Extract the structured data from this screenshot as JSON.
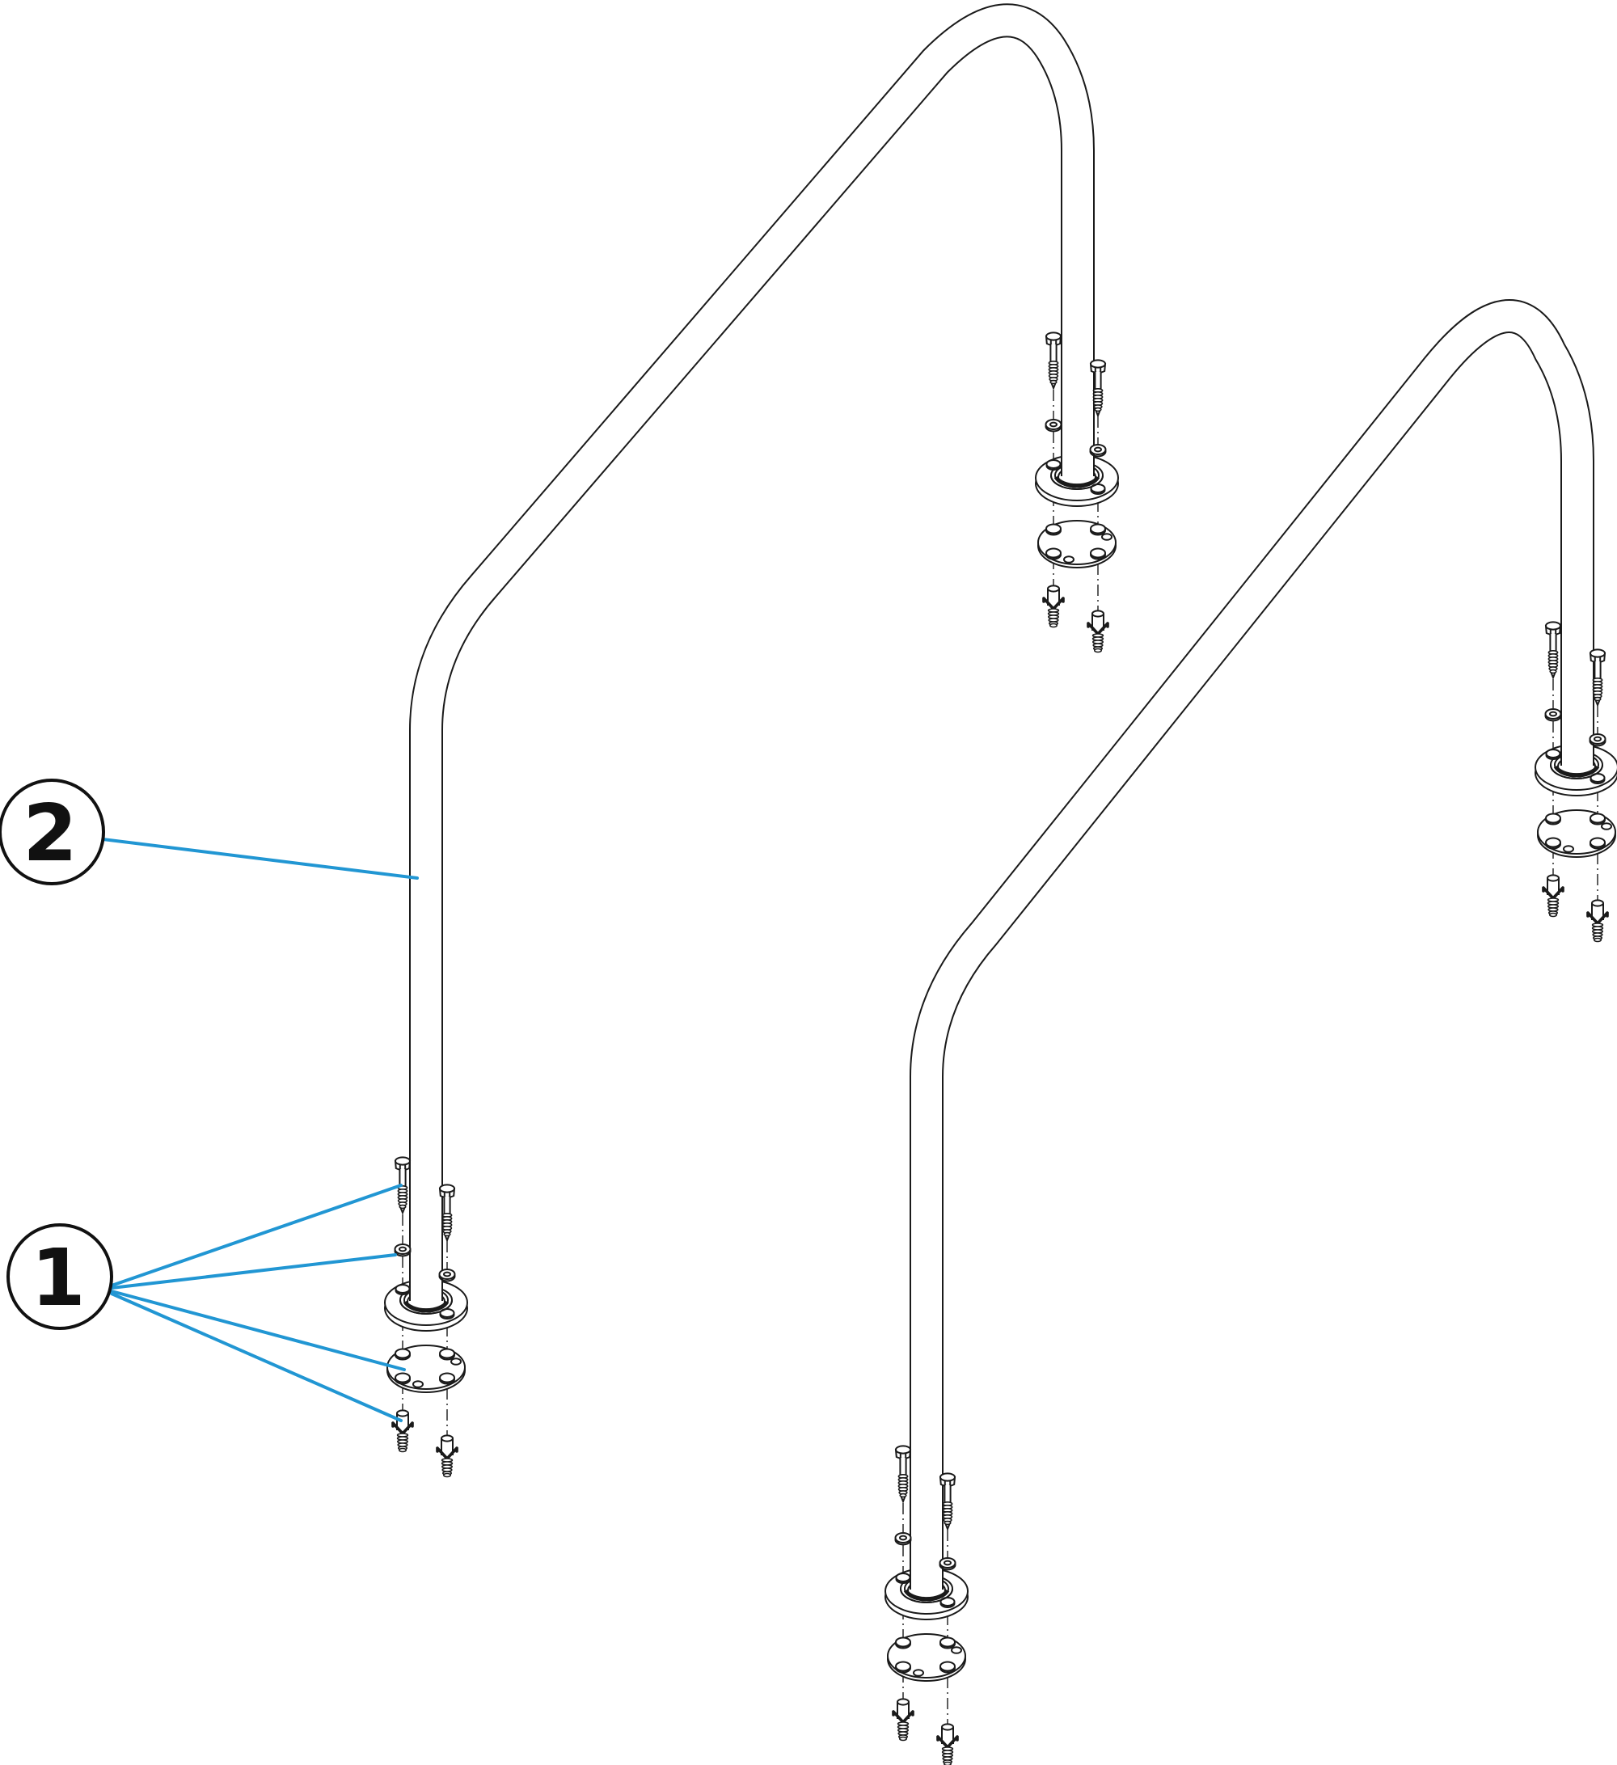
{
  "figure": {
    "type": "exploded-parts-diagram",
    "description": "Isometric exploded line drawing of two pool handrails, each with two posts and anchor fixing kits (lag screws, washers, flange covers, base plates, wall plugs)",
    "background_color": "#ffffff",
    "line_color": "#1a1a1a",
    "accent_color": "#2196d3"
  },
  "callouts": [
    {
      "label": "1",
      "points_to": [
        "lag-screw",
        "washer",
        "base-plate",
        "wall-plug"
      ],
      "leader_count": 4
    },
    {
      "label": "2",
      "points_to": [
        "handrail-tube"
      ],
      "leader_count": 1
    }
  ]
}
